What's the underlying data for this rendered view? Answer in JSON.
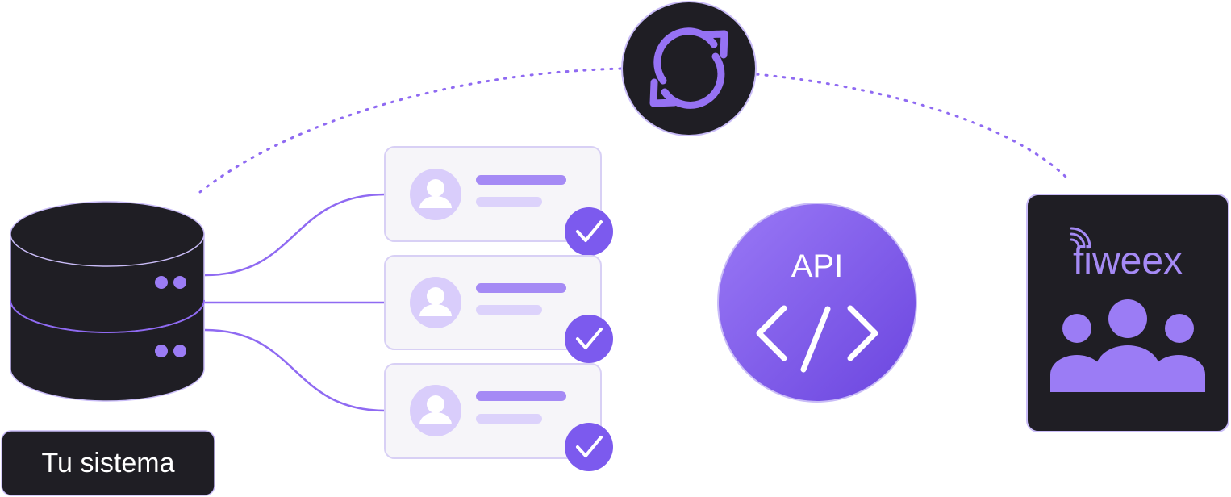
{
  "diagram": {
    "system_label": "Tu sistema",
    "api_label": "API",
    "api_code_symbol": "</>",
    "brand_name": "fiweex",
    "record_count": 3,
    "records_verified": 3
  },
  "icons": {
    "database": "database-icon",
    "sync": "sync-icon",
    "user": "user-icon",
    "check": "check-icon",
    "code": "code-icon",
    "signal": "signal-icon",
    "group": "group-icon"
  },
  "colors": {
    "dark": "#1f1e24",
    "accent": "#8a63f0",
    "accent_deep": "#6c47e0",
    "accent_light": "#d9cdfb",
    "line": "#8f6af2",
    "card_bg": "#f6f5f9",
    "card_border": "#d8d0f5",
    "brand_text": "#a58af5"
  }
}
